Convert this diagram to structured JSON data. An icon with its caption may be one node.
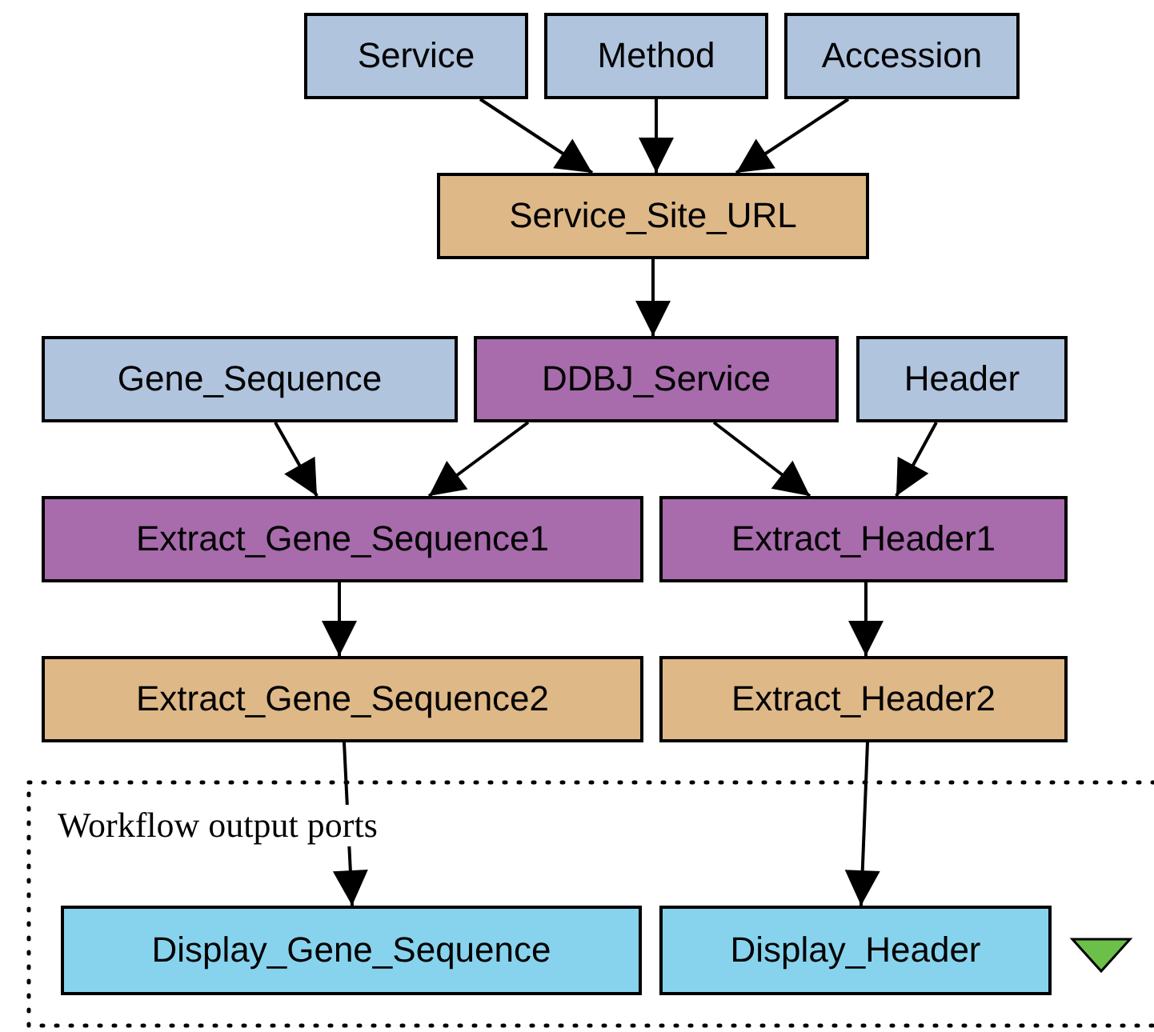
{
  "diagram": {
    "nodes": [
      {
        "text": [
          "Service"
        ]
      },
      {
        "text": [
          "Method"
        ]
      },
      {
        "text": [
          "Accession"
        ]
      },
      {
        "text": [
          "Service_Site_URL"
        ]
      },
      {
        "text": [
          "Gene_Sequence"
        ]
      },
      {
        "text": [
          "DDBJ_Service"
        ]
      },
      {
        "text": [
          "Header"
        ]
      },
      {
        "text": [
          "Extract_Gene_Sequence1"
        ]
      },
      {
        "text": [
          "Extract_Header1"
        ]
      },
      {
        "text": [
          "Extract_Gene_Sequence2"
        ]
      },
      {
        "text": [
          "Extract_Header2"
        ]
      },
      {
        "text": [
          "Workflow output ports"
        ]
      },
      {
        "text": [
          "Display_Gene_Sequence"
        ],
        "in": 11
      },
      {
        "text": [
          "Display_Header"
        ],
        "in": 11
      }
    ],
    "edges": [
      {
        "from": 0,
        "to": 3,
        "arrow": "to"
      },
      {
        "from": 1,
        "to": 3,
        "arrow": "to"
      },
      {
        "from": 2,
        "to": 3,
        "arrow": "to"
      },
      {
        "from": 3,
        "to": 5,
        "arrow": "to"
      },
      {
        "from": 4,
        "to": 7,
        "arrow": "to"
      },
      {
        "from": 5,
        "to": 7,
        "arrow": "to"
      },
      {
        "from": 5,
        "to": 8,
        "arrow": "to"
      },
      {
        "from": 6,
        "to": 8,
        "arrow": "to"
      },
      {
        "from": 7,
        "to": 9,
        "arrow": "to"
      },
      {
        "from": 8,
        "to": 10,
        "arrow": "to"
      },
      {
        "from": 9,
        "to": 12,
        "arrow": "to"
      },
      {
        "from": 10,
        "to": 13,
        "arrow": "to"
      }
    ]
  }
}
